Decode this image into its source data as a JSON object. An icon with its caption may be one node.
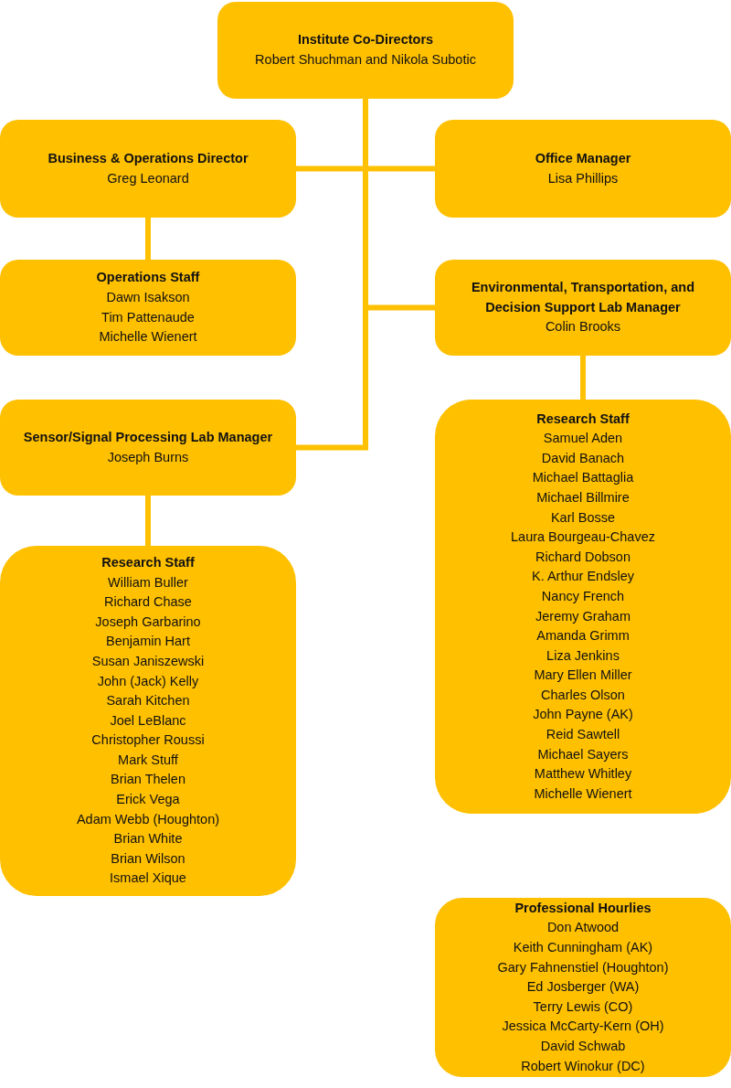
{
  "diagram": {
    "nodes": [
      {
        "text": [
          "Institute Co-Directors",
          "Robert Shuchman and Nikola Subotic"
        ]
      },
      {
        "text": [
          "Business & Operations Director",
          "Greg Leonard"
        ]
      },
      {
        "text": [
          "Office Manager",
          "Lisa Phillips"
        ]
      },
      {
        "text": [
          "Operations Staff",
          "Dawn Isakson",
          "Tim Pattenaude",
          "Michelle Wienert"
        ]
      },
      {
        "text": [
          "Environmental, Transportation, and Decision Support Lab Manager",
          "Colin Brooks"
        ]
      },
      {
        "text": [
          "Sensor/Signal Processing Lab Manager",
          "Joseph Burns"
        ]
      },
      {
        "text": [
          "Research Staff",
          "Samuel Aden",
          "David Banach",
          "Michael Battaglia",
          "Michael Billmire",
          "Karl Bosse",
          "Laura Bourgeau-Chavez",
          "Richard Dobson",
          "K. Arthur Endsley",
          "Nancy French",
          "Jeremy Graham",
          "Amanda Grimm",
          "Liza Jenkins",
          "Mary Ellen Miller",
          "Charles Olson",
          "John Payne (AK)",
          "Reid Sawtell",
          "Michael Sayers",
          "Matthew Whitley",
          "Michelle Wienert"
        ]
      },
      {
        "text": [
          "Research Staff",
          "William Buller",
          "Richard Chase",
          "Joseph Garbarino",
          "Benjamin Hart",
          "Susan Janiszewski",
          "John (Jack) Kelly",
          "Sarah Kitchen",
          "Joel LeBlanc",
          "Christopher Roussi",
          "Mark Stuff",
          "Brian Thelen",
          "Erick Vega",
          "Adam Webb (Houghton)",
          "Brian White",
          "Brian Wilson",
          "Ismael Xique"
        ]
      },
      {
        "text": [
          "Professional Hourlies",
          "Don Atwood",
          "Keith Cunningham (AK)",
          "Gary Fahnenstiel  (Houghton)",
          "Ed Josberger (WA)",
          "Terry Lewis (CO)",
          "Jessica McCarty-Kern (OH)",
          "David Schwab",
          "Robert Winokur (DC)"
        ]
      }
    ],
    "edges": [
      {
        "from": 0,
        "to": 1,
        "arrow": "none"
      },
      {
        "from": 0,
        "to": 2,
        "arrow": "none"
      },
      {
        "from": 0,
        "to": 4,
        "arrow": "none"
      },
      {
        "from": 0,
        "to": 5,
        "arrow": "none"
      },
      {
        "from": 1,
        "to": 3,
        "arrow": "none"
      },
      {
        "from": 4,
        "to": 6,
        "arrow": "none"
      },
      {
        "from": 5,
        "to": 7,
        "arrow": "none"
      }
    ]
  }
}
